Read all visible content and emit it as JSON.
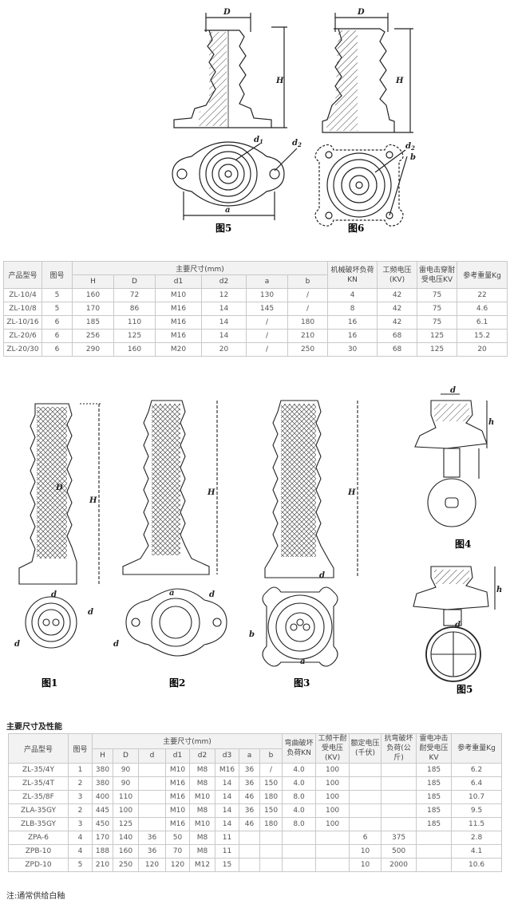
{
  "figures_top": {
    "fig5_caption": "图5",
    "fig6_caption": "图6",
    "labels": {
      "D": "D",
      "H": "H",
      "d1": "d",
      "d1_sub": "1",
      "d2": "d",
      "d2_sub": "2",
      "a": "a",
      "b": "b"
    }
  },
  "table1": {
    "headers": {
      "model": "产品型号",
      "fig": "图号",
      "main_dims": "主要尺寸(mm)",
      "mech": "机械破坏负荷KN",
      "freq": "工频电压(KV)",
      "impulse": "雷电击穿耐受电压KV",
      "weight": "参考重量Kg",
      "sub": [
        "H",
        "D",
        "d1",
        "d2",
        "a",
        "b"
      ]
    },
    "rows": [
      [
        "ZL-10/4",
        "5",
        "160",
        "72",
        "M10",
        "12",
        "130",
        "/",
        "4",
        "42",
        "75",
        "22"
      ],
      [
        "ZL-10/8",
        "5",
        "170",
        "86",
        "M16",
        "14",
        "145",
        "/",
        "8",
        "42",
        "75",
        "4.6"
      ],
      [
        "ZL-10/16",
        "6",
        "185",
        "110",
        "M16",
        "14",
        "/",
        "180",
        "16",
        "42",
        "75",
        "6.1"
      ],
      [
        "ZL-20/6",
        "6",
        "256",
        "125",
        "M16",
        "14",
        "/",
        "210",
        "16",
        "68",
        "125",
        "15.2"
      ],
      [
        "ZL-20/30",
        "6",
        "290",
        "160",
        "M20",
        "20",
        "/",
        "250",
        "30",
        "68",
        "125",
        "20"
      ]
    ]
  },
  "figures_mid": {
    "fig1": "图1",
    "fig2": "图2",
    "fig3": "图3",
    "fig4": "图4",
    "fig5": "图5"
  },
  "section_title": "主要尺寸及性能",
  "table2": {
    "headers": {
      "model": "产品型号",
      "fig": "图号",
      "main_dims": "主要尺寸(mm)",
      "bend": "弯曲破坏负荷KN",
      "freq": "工频干耐受电压(KV)",
      "rated": "额定电压(千伏)",
      "bend2": "抗弯破坏负荷(公斤)",
      "impulse": "雷电冲击耐受电压KV",
      "weight": "参考重量Kg",
      "sub": [
        "H",
        "D",
        "d",
        "d1",
        "d2",
        "d3",
        "a",
        "b"
      ]
    },
    "rows": [
      [
        "ZL-35/4Y",
        "1",
        "380",
        "90",
        "",
        "M10",
        "M8",
        "M16",
        "36",
        "/",
        "4.0",
        "100",
        "",
        "",
        "185",
        "6.2"
      ],
      [
        "ZL-35/4T",
        "2",
        "380",
        "90",
        "",
        "M16",
        "M8",
        "14",
        "36",
        "150",
        "4.0",
        "100",
        "",
        "",
        "185",
        "6.4"
      ],
      [
        "ZL-35/8F",
        "3",
        "400",
        "110",
        "",
        "M16",
        "M10",
        "14",
        "46",
        "180",
        "8.0",
        "100",
        "",
        "",
        "185",
        "10.7"
      ],
      [
        "ZLA-35GY",
        "2",
        "445",
        "100",
        "",
        "M10",
        "M8",
        "14",
        "36",
        "150",
        "4.0",
        "100",
        "",
        "",
        "185",
        "9.5"
      ],
      [
        "ZLB-35GY",
        "3",
        "450",
        "125",
        "",
        "M16",
        "M10",
        "14",
        "46",
        "180",
        "8.0",
        "100",
        "",
        "",
        "185",
        "11.5"
      ],
      [
        "ZPA-6",
        "4",
        "170",
        "140",
        "36",
        "50",
        "M8",
        "11",
        "",
        "",
        "",
        "",
        "6",
        "375",
        "",
        "2.8"
      ],
      [
        "ZPB-10",
        "4",
        "188",
        "160",
        "36",
        "70",
        "M8",
        "11",
        "",
        "",
        "",
        "",
        "10",
        "500",
        "",
        "4.1"
      ],
      [
        "ZPD-10",
        "5",
        "210",
        "250",
        "120",
        "120",
        "M12",
        "15",
        "",
        "",
        "",
        "",
        "10",
        "2000",
        "",
        "10.6"
      ]
    ]
  },
  "note": "注:通常供给白釉"
}
